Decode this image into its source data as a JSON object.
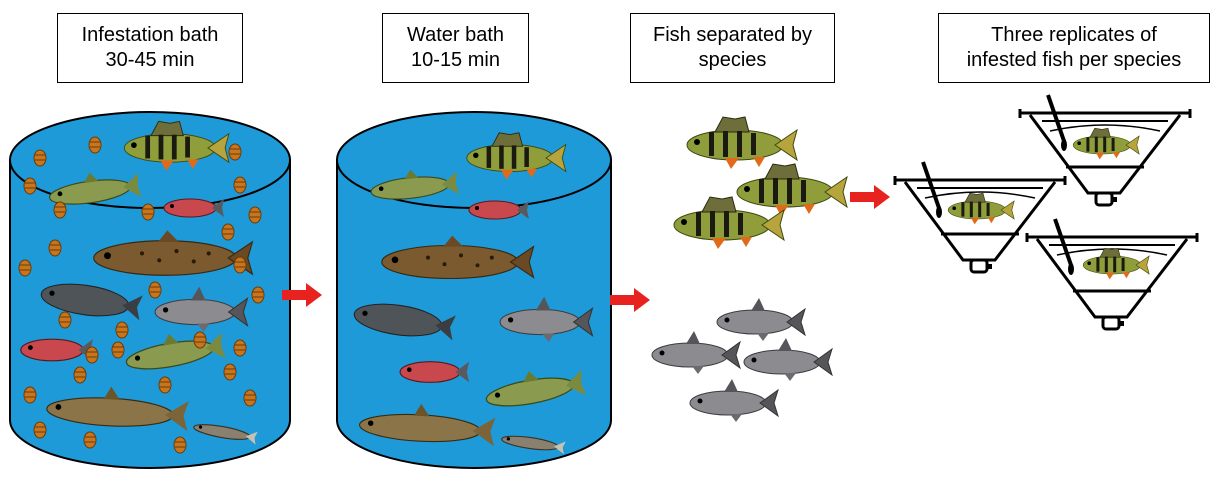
{
  "labels": {
    "infestation_line1": "Infestation bath",
    "infestation_line2": "30-45 min",
    "water_line1": "Water bath",
    "water_line2": "10-15 min",
    "separated_line1": "Fish separated by",
    "separated_line2": "species",
    "replicates_line1": "Three replicates of",
    "replicates_line2": "infested fish per species"
  },
  "colors": {
    "water": "#1e9ad8",
    "arrow": "#e8231f",
    "perch_body": "#8f9e3a",
    "roach_body": "#8c8c90",
    "trout_body": "#7a5a2e",
    "larva": "#c8761e"
  },
  "icons": [
    "infestation-tank",
    "water-bath-tank",
    "perch-fish",
    "roach-fish",
    "trout-fish",
    "net-cage",
    "red-arrow",
    "parasite-larva"
  ]
}
